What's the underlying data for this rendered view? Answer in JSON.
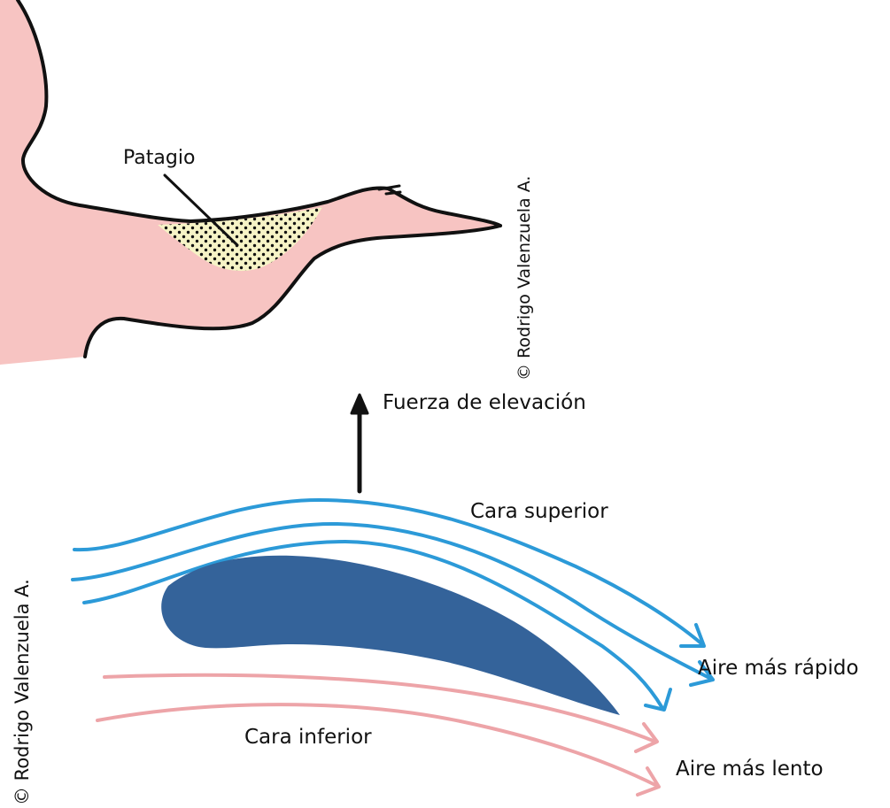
{
  "labels": {
    "patagio": "Patagio",
    "lift_force": "Fuerza de elevación",
    "upper_face": "Cara superior",
    "faster_air": "Aire más rápido",
    "lower_face": "Cara inferior",
    "slower_air": "Aire más lento"
  },
  "credits": {
    "top": "© Rodrigo Valenzuela A.",
    "left": "© Rodrigo Valenzuela A."
  },
  "colors": {
    "wing_fill": "#f7c4c2",
    "outline": "#111111",
    "patagium_fill": "#f6f3c6",
    "airfoil": "#34639a",
    "upper_flow": "#2c9ad8",
    "lower_flow": "#eda4a8",
    "lift_arrow": "#111111"
  }
}
